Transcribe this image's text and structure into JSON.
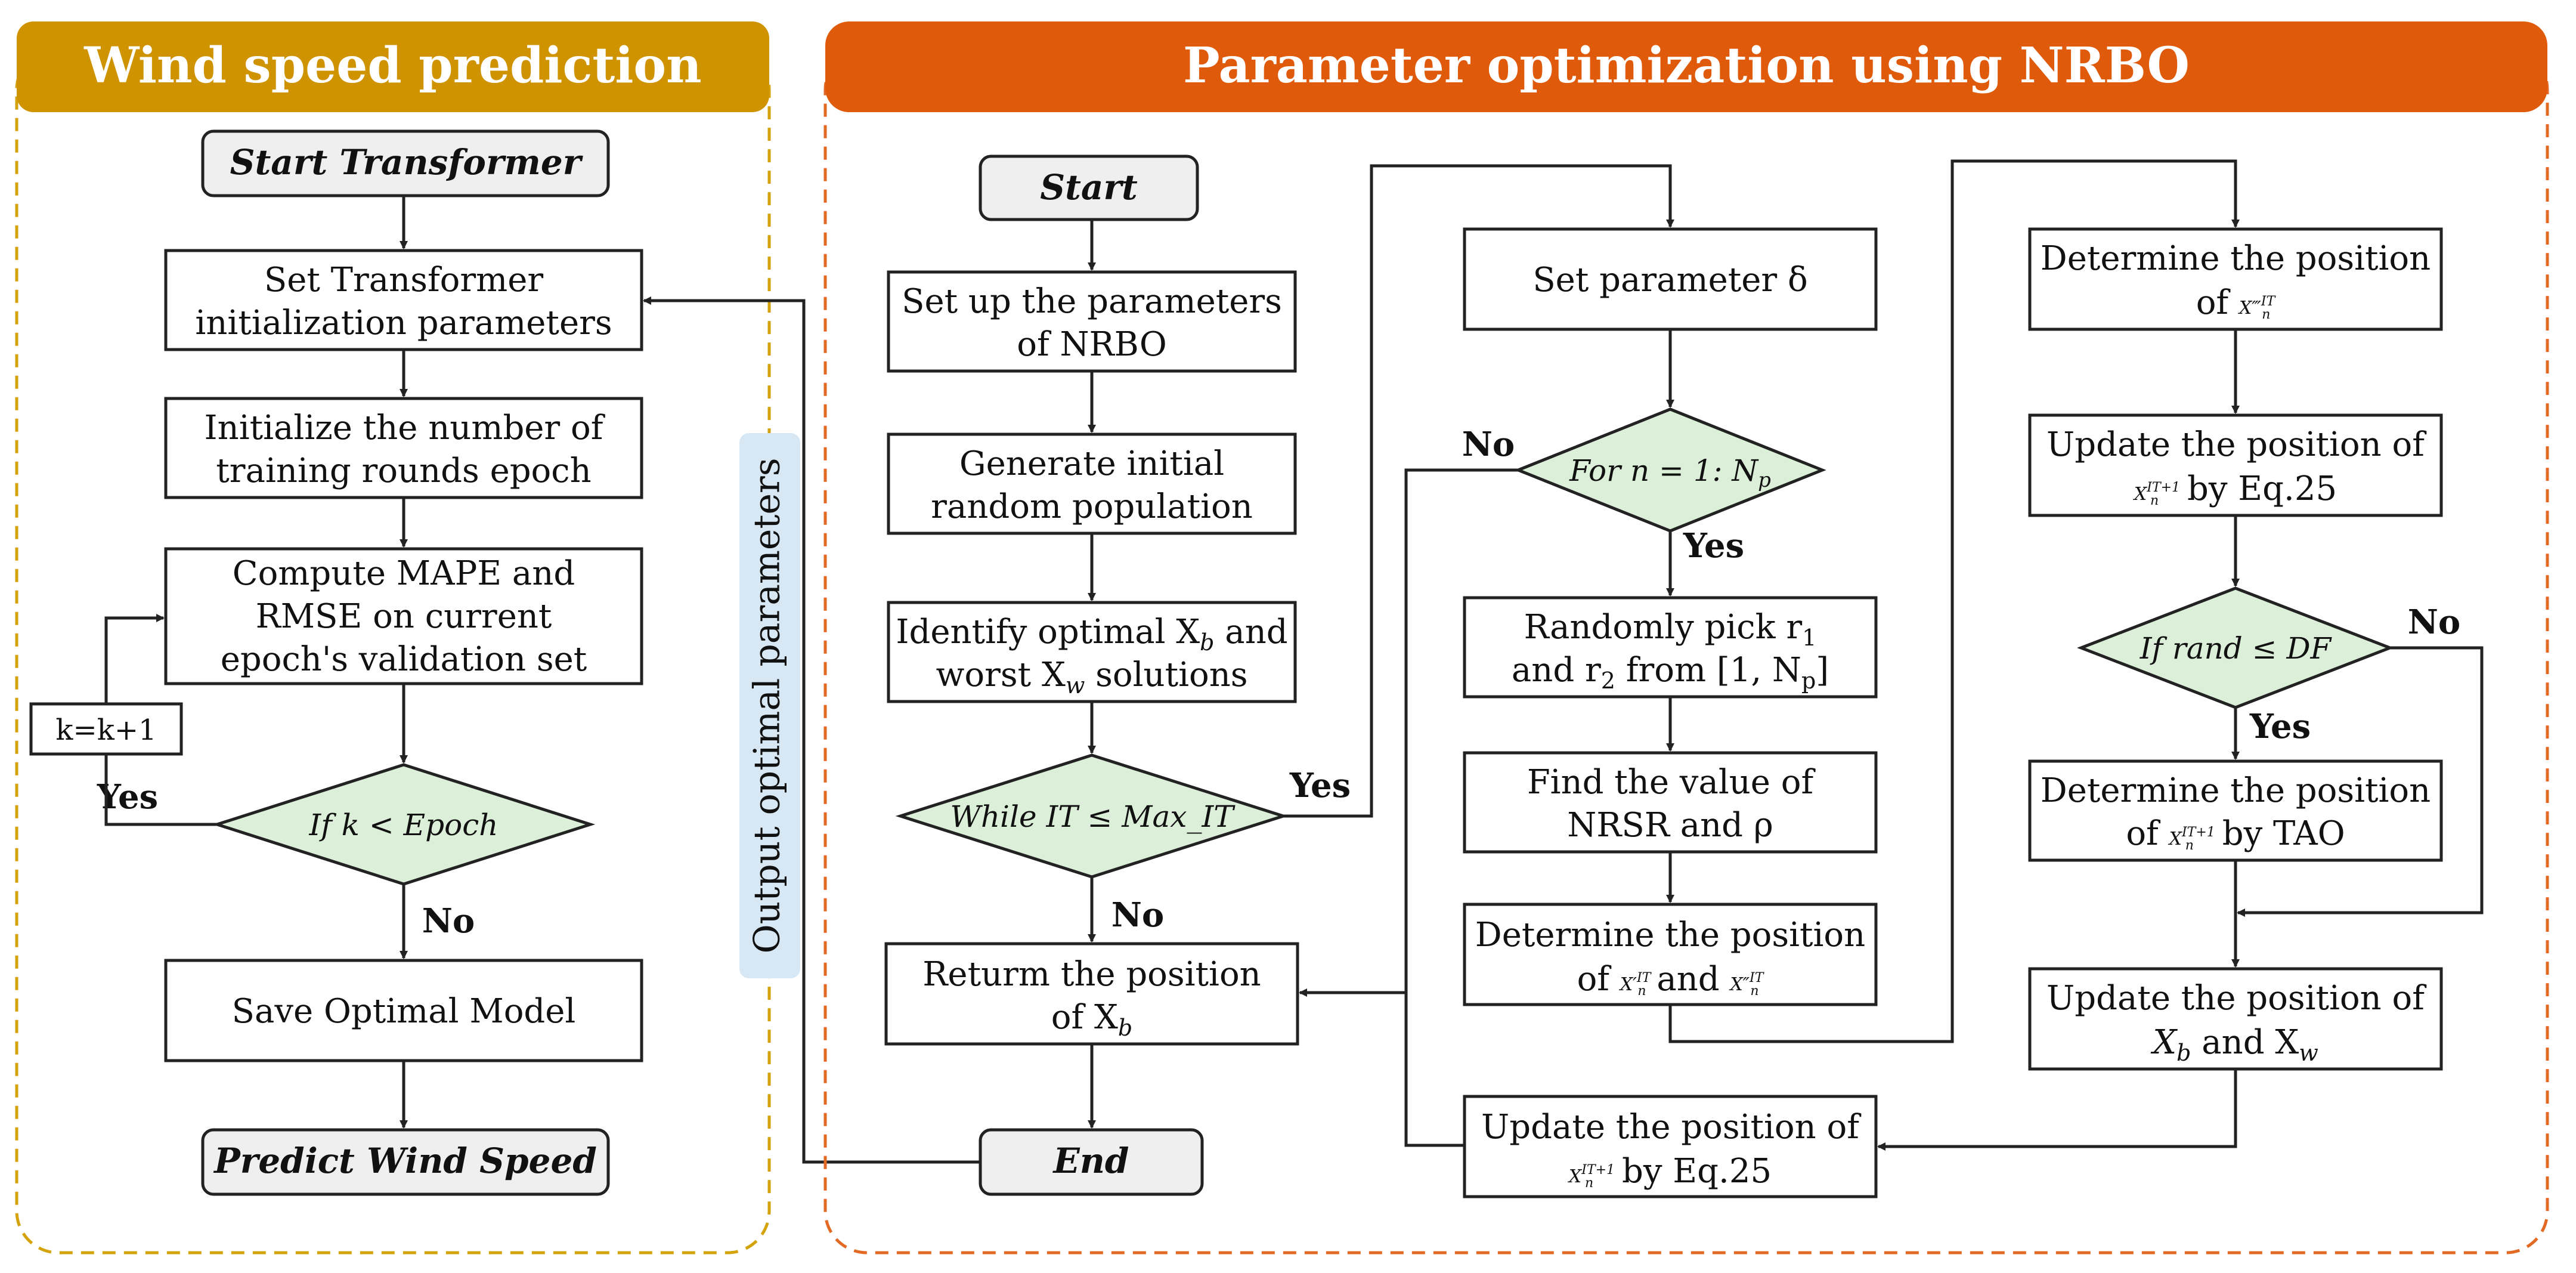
{
  "left_panel": {
    "header": "Wind speed prediction",
    "header_color": "#cf9300",
    "start": "Start Transformer",
    "box_init_line1": "Set Transformer",
    "box_init_line2": "initialization parameters",
    "box_epoch_line1": "Initialize the number of",
    "box_epoch_line2": "training rounds epoch",
    "box_mape_line1": "Compute MAPE and",
    "box_mape_line2": "RMSE on current",
    "box_mape_line3": "epoch's validation set",
    "counter": "k=k+1",
    "decision": "If k  <  Epoch",
    "yes": "Yes",
    "no": "No",
    "save": "Save Optimal Model",
    "end": "Predict Wind Speed"
  },
  "side_label": {
    "text": "Output optimal parameters",
    "color": "#d7e8f4"
  },
  "right_panel": {
    "header": "Parameter optimization using NRBO",
    "header_color": "#e05a0c",
    "start": "Start",
    "box_setup_line1": "Set up the parameters",
    "box_setup_line2": "of NRBO",
    "box_gen_line1": "Generate initial",
    "box_gen_line2": "random population",
    "box_ident_line1": "Identify optimal X",
    "box_ident_sub1": "b",
    "box_ident_mid": " and",
    "box_ident_line2": "worst X",
    "box_ident_sub2": "w",
    "box_ident_tail": " solutions",
    "decision_while": "While IT ≤ Max_IT",
    "yes_while": "Yes",
    "no_while": "No",
    "box_return_line1": "Returm the position",
    "box_return_line2": "of X",
    "box_return_sub": "b",
    "end": "End",
    "box_delta": "Set parameter δ",
    "decision_for": "For n = 1: N",
    "decision_for_sub": "p",
    "no_for": "No",
    "yes_for": "Yes",
    "box_random_line1": "Randomly pick r",
    "box_random_sub1": "1",
    "box_random_line2a": "and r",
    "box_random_sub2": "2",
    "box_random_line2b": " from [1, N",
    "box_random_sub3": "p",
    "box_random_line2c": "]",
    "box_nrsr_line1": "Find the value of",
    "box_nrsr_line2": "NRSR and ρ",
    "box_det1_line1": "Determine the position",
    "box_det1_line2a": "of ",
    "box_det1_var1": "X′",
    "box_det1_mid": " and ",
    "box_det1_var2": "X″",
    "var_n": "n",
    "var_it": "IT",
    "var_it1": "IT+1",
    "box_upd_bottom_line1": "Update the position of",
    "box_upd_bottom_var": "X",
    "box_upd_bottom_tail": " by Eq.25",
    "box_det2_line1": "Determine the position",
    "box_det2_line2a": "of ",
    "box_det2_var": "X‴",
    "box_upd_right_line1": "Update the position of",
    "box_upd_right_var": "X",
    "box_upd_right_tail": " by Eq.25",
    "decision_rand": "If rand ≤ DF",
    "no_rand": "No",
    "yes_rand": "Yes",
    "box_tao_line1": "Determine the position",
    "box_tao_line2a": "of ",
    "box_tao_var": "X",
    "box_tao_tail": " by TAO",
    "box_final_line1": "Update the position of",
    "box_final_line2a": "X",
    "box_final_sub1": "b",
    "box_final_mid": " and X",
    "box_final_sub2": "w"
  }
}
